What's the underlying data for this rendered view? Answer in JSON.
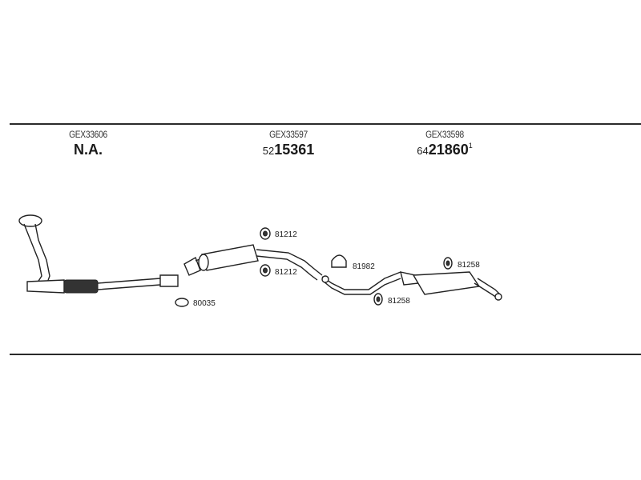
{
  "groups": [
    {
      "code": "GEX33606",
      "number": "N.A."
    },
    {
      "code": "GEX33597",
      "number_prefix": "52",
      "number_main": "15361"
    },
    {
      "code": "GEX33598",
      "number_prefix": "64",
      "number_main": "21860",
      "number_suffix": "1"
    }
  ],
  "part_labels": {
    "gasket": "80035",
    "rubber_top": "81212",
    "rubber_bottom": "81212",
    "clamp": "81982",
    "mount_lower": "81258",
    "mount_upper": "81258"
  }
}
